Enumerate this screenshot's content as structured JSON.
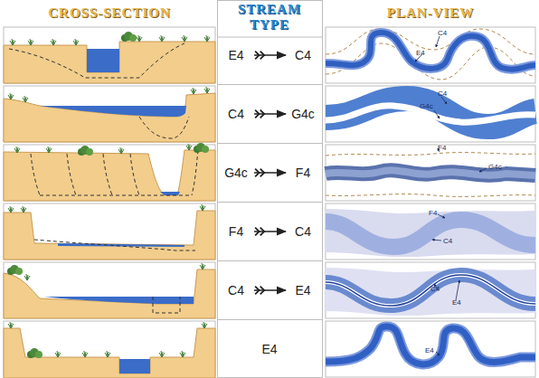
{
  "diagram": {
    "nodes": [
      {
        "text": [
          "E4"
        ]
      },
      {
        "text": [
          "C4"
        ]
      },
      {
        "text": [
          "C4"
        ]
      },
      {
        "text": [
          "G4c"
        ]
      },
      {
        "text": [
          "G4c"
        ]
      },
      {
        "text": [
          "F4"
        ]
      },
      {
        "text": [
          "F4"
        ]
      },
      {
        "text": [
          "C4"
        ]
      },
      {
        "text": [
          "C4"
        ]
      },
      {
        "text": [
          "E4"
        ]
      },
      {
        "text": [
          "E4"
        ]
      }
    ],
    "edges": [
      {
        "from": 0,
        "to": 1,
        "arrow": "to"
      },
      {
        "from": 2,
        "to": 3,
        "arrow": "to"
      },
      {
        "from": 4,
        "to": 5,
        "arrow": "to"
      },
      {
        "from": 6,
        "to": 7,
        "arrow": "to"
      },
      {
        "from": 8,
        "to": 9,
        "arrow": "to"
      }
    ],
    "labels": [
      "CROSS-SECTION",
      "STREAM TYPE",
      "PLAN-VIEW",
      "C4",
      "E4",
      "C4",
      "G4c",
      "F4",
      "G4c",
      "F4",
      "C4",
      "C4",
      "E4",
      "E4"
    ]
  }
}
